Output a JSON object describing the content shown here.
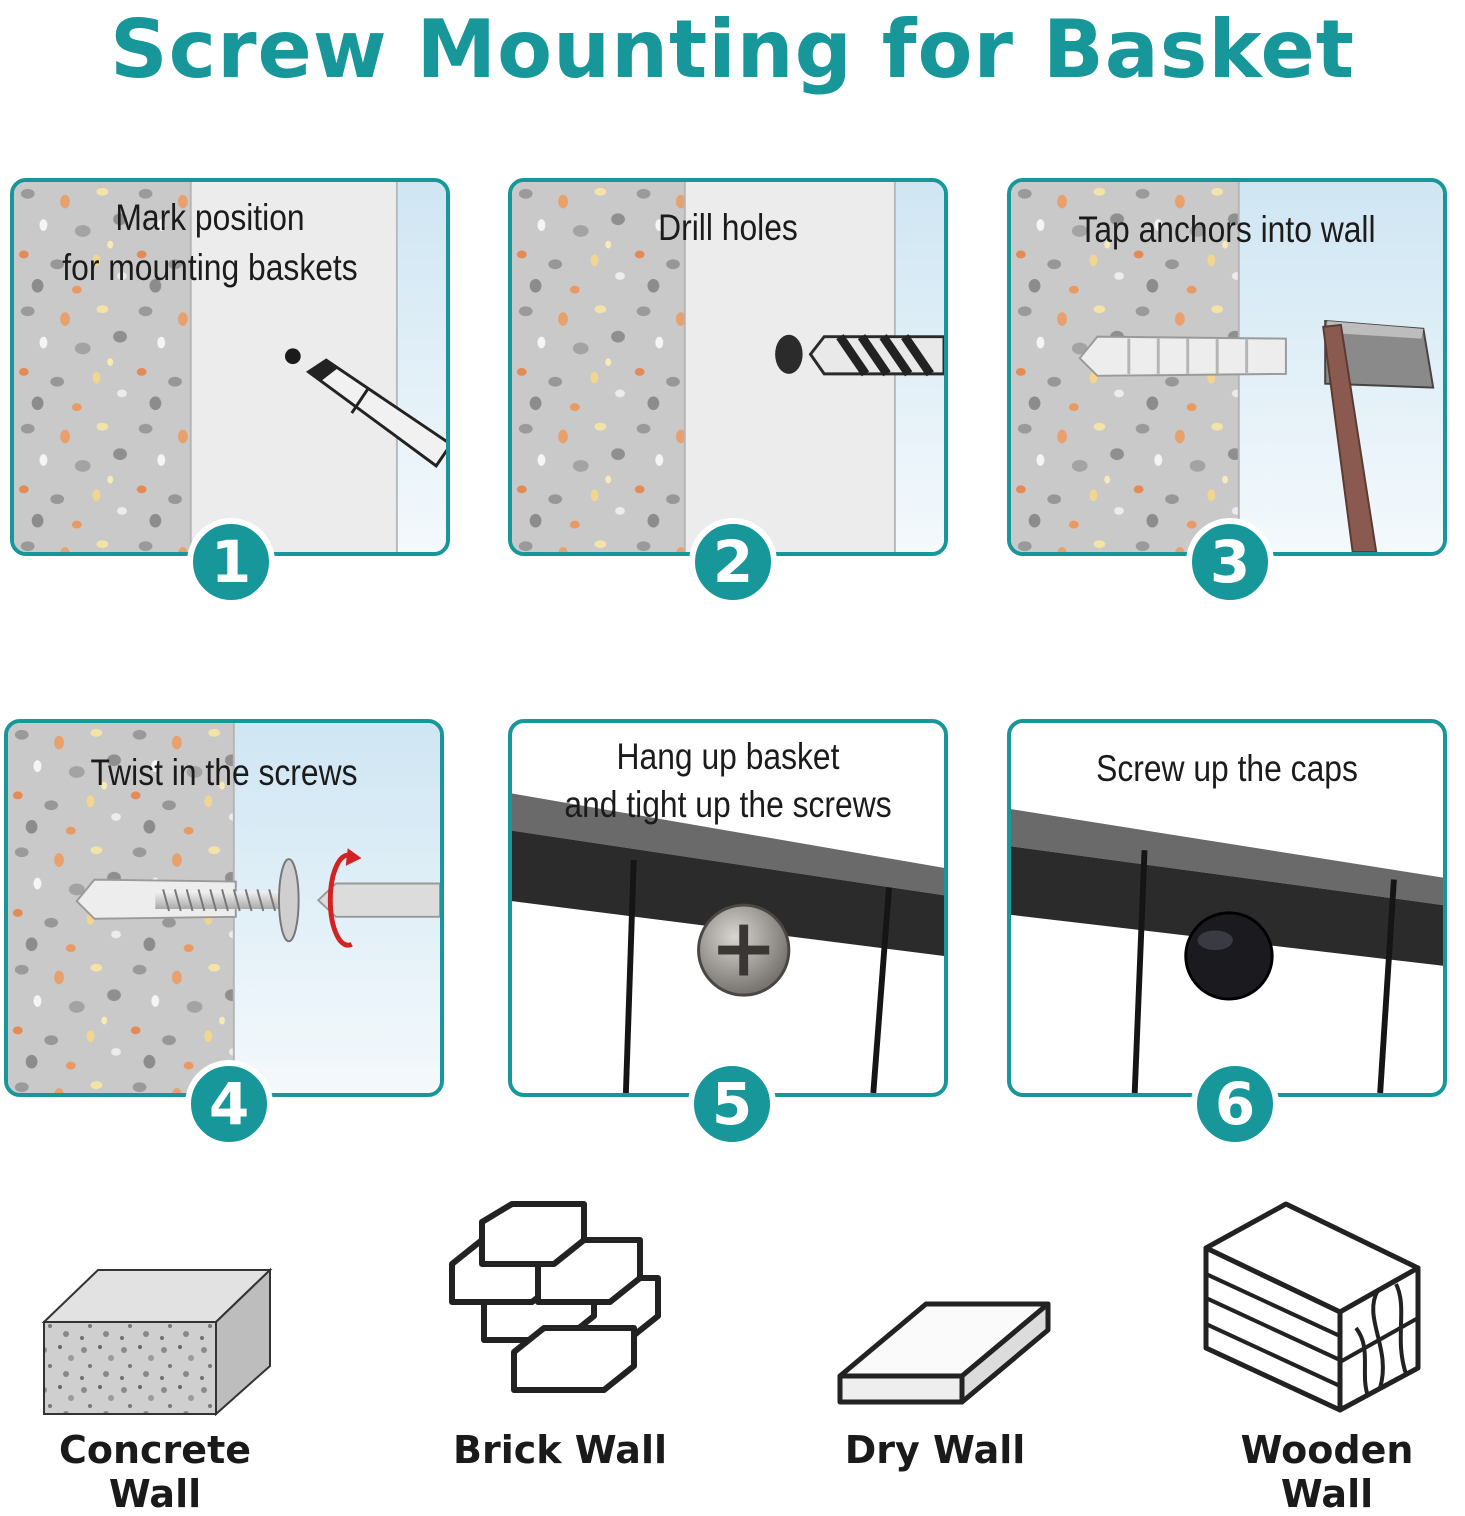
{
  "title": "Screw Mounting for Basket",
  "colors": {
    "accent": "#17979a",
    "badge": "#17979a",
    "text": "#1a1a1a"
  },
  "steps": [
    {
      "number": "1",
      "caption_line1": "Mark position",
      "caption_line2": "for mounting baskets",
      "icon": "marker-pen-icon"
    },
    {
      "number": "2",
      "caption_line1": "Drill holes",
      "caption_line2": "",
      "icon": "drill-bit-icon"
    },
    {
      "number": "3",
      "caption_line1": "Tap anchors into wall",
      "caption_line2": "",
      "icon": "hammer-icon"
    },
    {
      "number": "4",
      "caption_line1": "Twist in the screws",
      "caption_line2": "",
      "icon": "screwdriver-icon"
    },
    {
      "number": "5",
      "caption_line1": "Hang up basket",
      "caption_line2": "and tight up the screws",
      "icon": "screw-head-icon"
    },
    {
      "number": "6",
      "caption_line1": "Screw up the caps",
      "caption_line2": "",
      "icon": "screw-cap-icon"
    }
  ],
  "walls": [
    {
      "label": "Concrete Wall",
      "icon": "concrete-block-icon"
    },
    {
      "label": "Brick Wall",
      "icon": "brick-wall-icon"
    },
    {
      "label": "Dry Wall",
      "icon": "drywall-board-icon"
    },
    {
      "label": "Wooden Wall",
      "icon": "wood-planks-icon"
    }
  ]
}
